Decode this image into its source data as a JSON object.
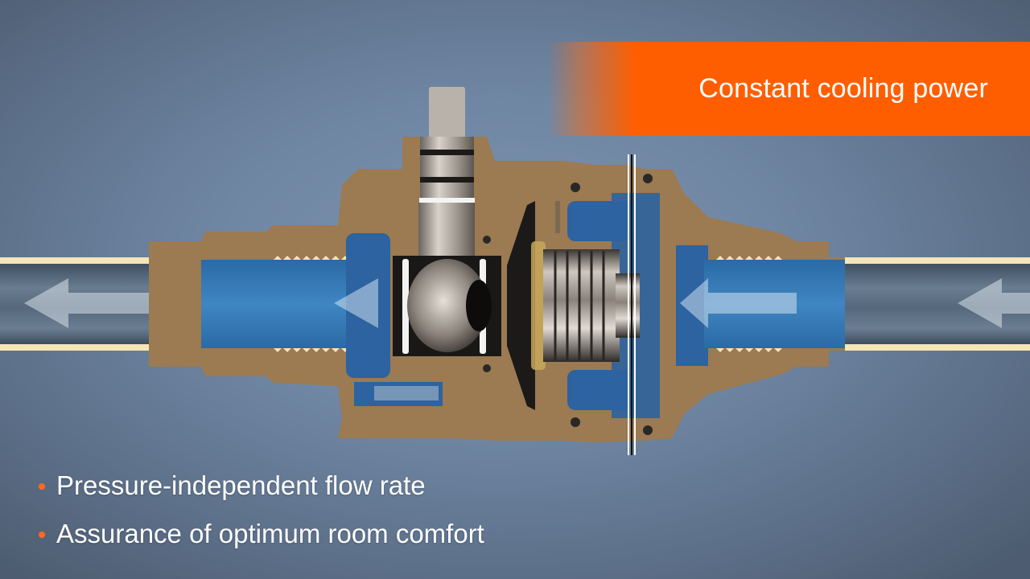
{
  "banner": {
    "title": "Constant cooling power",
    "color": "#ff5e00"
  },
  "bullets": [
    {
      "label": "Pressure-independent flow rate",
      "bullet_color": "#ff6a1a"
    },
    {
      "label": "Assurance of optimum room comfort",
      "bullet_color": "#ff6a1a"
    }
  ],
  "diagram": {
    "subject": "valve-cross-section",
    "flow_direction": "right-to-left",
    "colors": {
      "body": "#9c7a52",
      "water": "#2f6fa8",
      "pipe": "#4a5f75",
      "pipe_edge": "#f5e6b8",
      "metal": "#b8b2aa",
      "background": "#6f86a3"
    }
  }
}
